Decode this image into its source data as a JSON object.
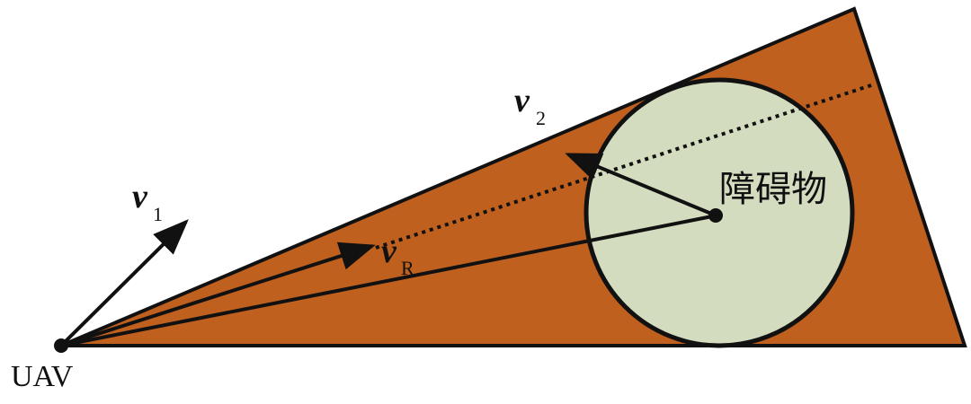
{
  "labels": {
    "uav": "UAV",
    "obstacle": "障碍物",
    "v1": {
      "main": "v",
      "sub": "1"
    },
    "v2": {
      "main": "v",
      "sub": "2"
    },
    "vR": {
      "main": "v",
      "sub": "R"
    }
  },
  "colors": {
    "collision_cone": "#c0601f",
    "obstacle_fill": "#d3dcbf",
    "outline": "#111111",
    "background": "#ffffff"
  }
}
